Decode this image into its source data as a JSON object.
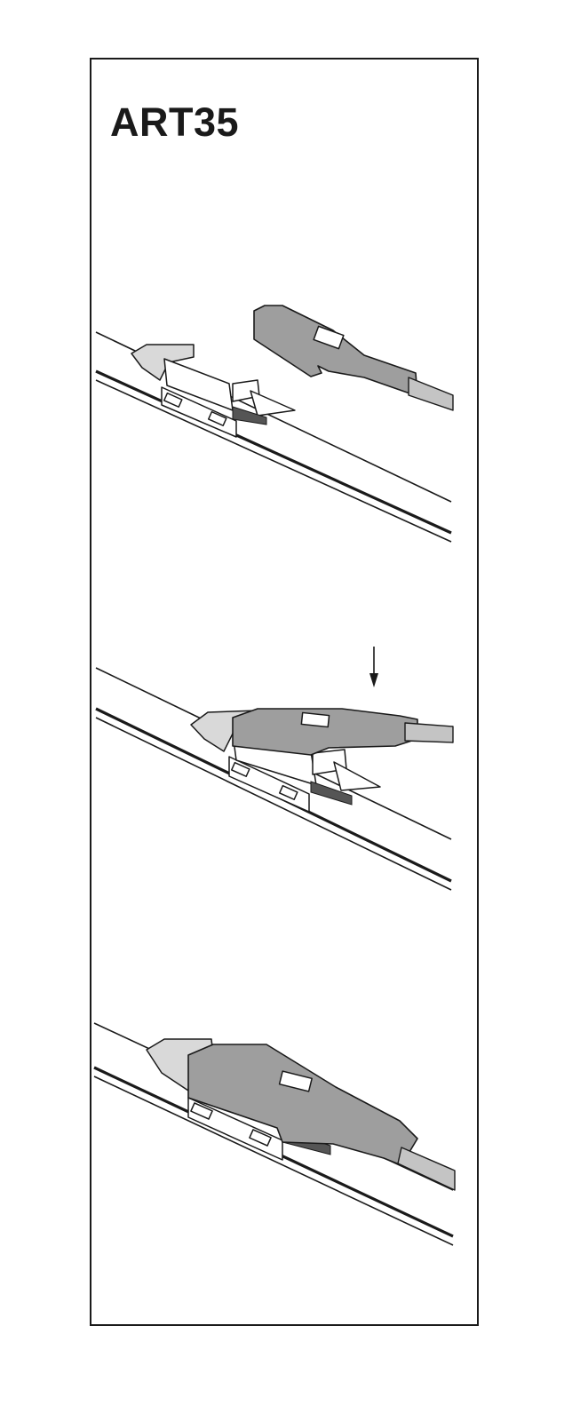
{
  "title": "ART35",
  "steps": [
    {
      "name": "step-1-detached"
    },
    {
      "name": "step-2-inserting"
    },
    {
      "name": "step-3-locked"
    }
  ],
  "colors": {
    "outline": "#1a1a1a",
    "adapter_gray": "#9e9e9e",
    "light_gray": "#c4c4c4"
  },
  "icons": [
    "down-arrow-icon"
  ]
}
